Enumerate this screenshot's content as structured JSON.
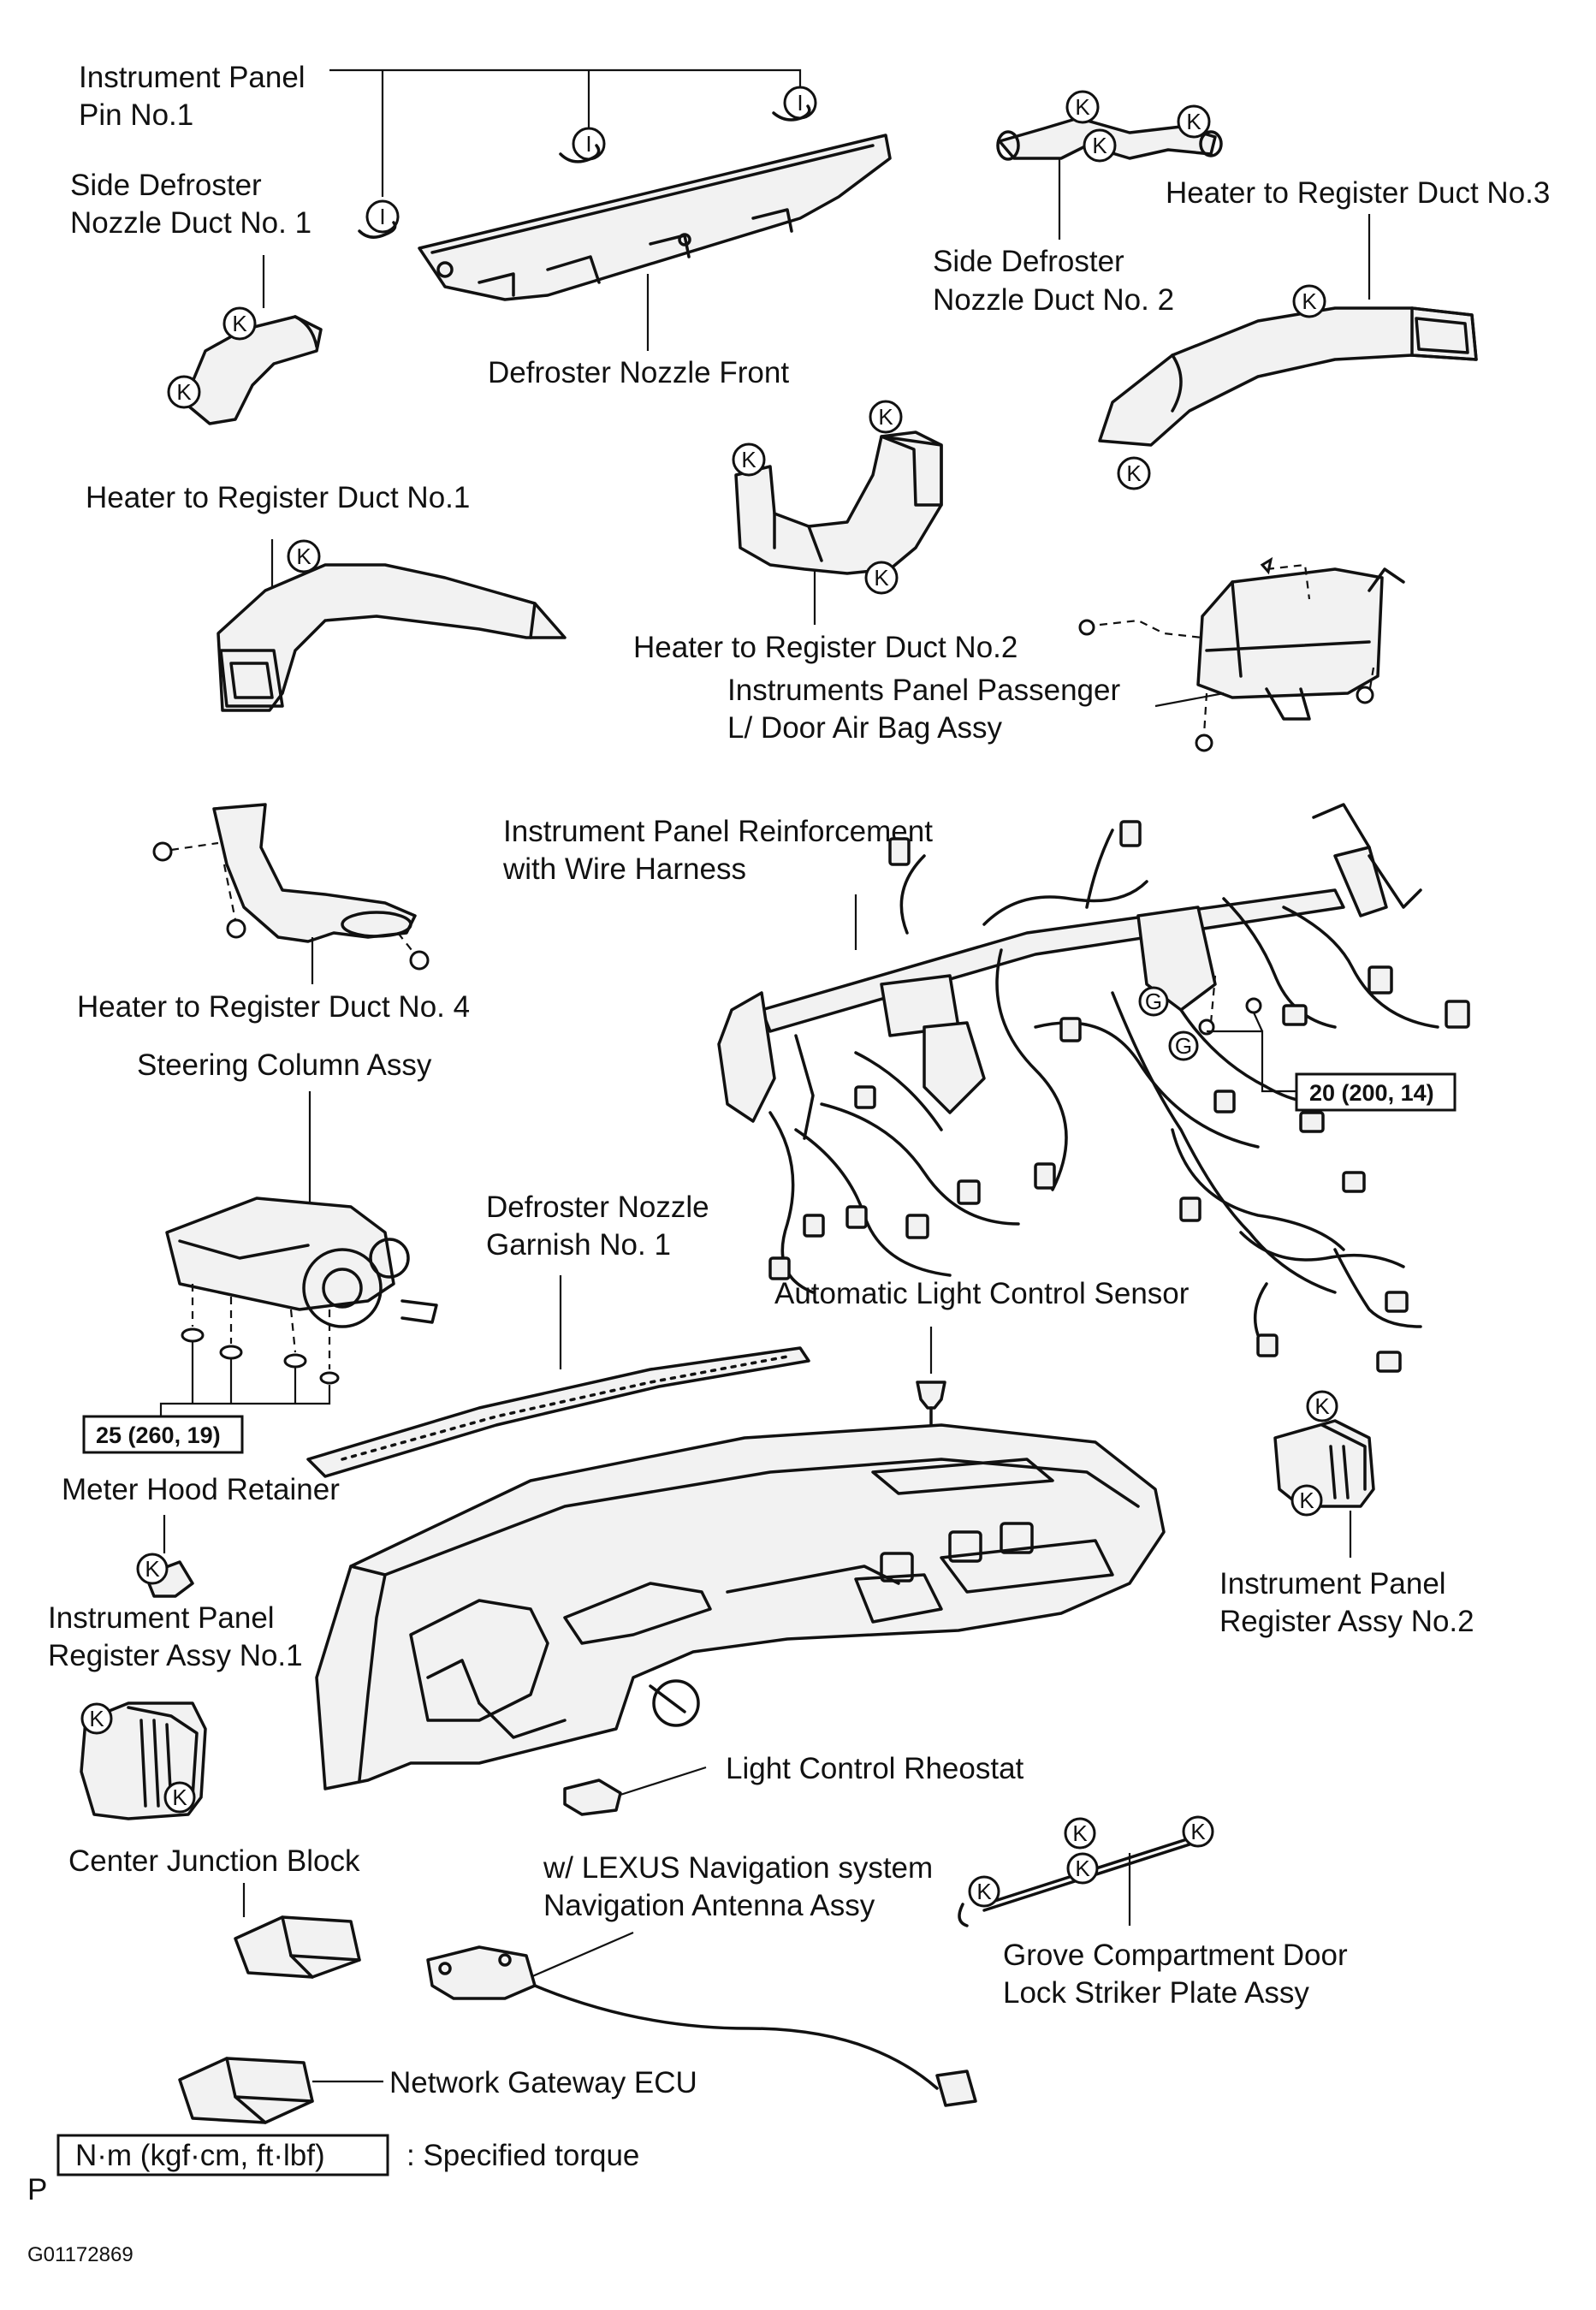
{
  "labels": {
    "instrument_panel_pin_1": [
      "Instrument Panel",
      "Pin No.1"
    ],
    "side_defroster_duct_1": [
      "Side Defroster",
      "Nozzle Duct No. 1"
    ],
    "defroster_nozzle_front": "Defroster Nozzle Front",
    "side_defroster_duct_2": [
      "Side Defroster",
      "Nozzle Duct No. 2"
    ],
    "heater_register_duct_3": "Heater to Register Duct No.3",
    "heater_register_duct_1": "Heater to Register Duct No.1",
    "heater_register_duct_2": "Heater to Register Duct No.2",
    "passenger_air_bag": [
      "Instruments Panel Passenger",
      "L/ Door Air Bag Assy"
    ],
    "ip_reinforcement": [
      "Instrument Panel Reinforcement",
      "with Wire Harness"
    ],
    "heater_register_duct_4": "Heater to Register Duct No. 4",
    "steering_column": "Steering Column Assy",
    "defroster_garnish": [
      "Defroster Nozzle",
      "Garnish No. 1"
    ],
    "auto_light_sensor": "Automatic Light Control Sensor",
    "meter_hood_retainer": "Meter Hood Retainer",
    "register_assy_1": [
      "Instrument Panel",
      "Register Assy No.1"
    ],
    "register_assy_2": [
      "Instrument Panel",
      "Register Assy No.2"
    ],
    "light_control_rheostat": "Light Control Rheostat",
    "center_junction_block": "Center Junction Block",
    "navigation_antenna": [
      "w/ LEXUS Navigation system",
      "Navigation Antenna Assy"
    ],
    "glove_striker_plate": [
      "Grove Compartment Door",
      "Lock Striker Plate Assy"
    ],
    "network_gateway_ecu": "Network Gateway ECU"
  },
  "torque_values": {
    "reinforcement": "20 (200, 14)",
    "steering_column": "25 (260, 19)"
  },
  "legend": {
    "unit_box": "N·m (kgf·cm, ft·lbf)",
    "unit_text": ": Specified torque"
  },
  "corner_mark": "P",
  "figure_id": "G01172869",
  "clip_letters": {
    "i": "I",
    "k": "K",
    "g": "G"
  }
}
